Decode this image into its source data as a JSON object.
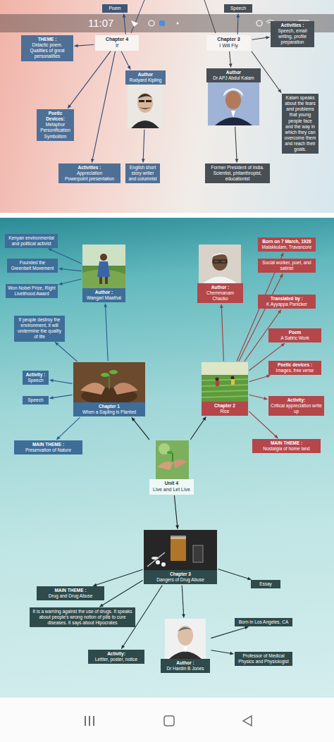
{
  "diagram": {
    "nodes": [
      {
        "text": [
          "Poem"
        ]
      },
      {
        "text": [
          "Speech"
        ]
      },
      {
        "text": [
          "THEME :",
          "Didactic poem. Qualities of great personalities"
        ]
      },
      {
        "text": [
          "Chapter 4",
          "If"
        ]
      },
      {
        "text": [
          "Chapter 3",
          "I Will Fly"
        ]
      },
      {
        "text": [
          "Activities :",
          "Speech, email writing, profile preparation"
        ]
      },
      {
        "text": [
          "Author",
          "Rudyard Kipling"
        ]
      },
      {
        "text": [
          "Author",
          "Dr APJ Abdul Kalam"
        ]
      },
      {
        "text": [
          "Kalam speaks about the fears and problems that young people face and the way in which they can overcome them and reach their goals."
        ]
      },
      {
        "text": [
          "Poetic Devices:",
          "Metaphor",
          "Personification",
          "Symbolism"
        ]
      },
      {
        "text": [
          "Activities :",
          "Appreciation",
          "Powerpoint presentation"
        ]
      },
      {
        "text": [
          "English short story writer and columnist"
        ]
      },
      {
        "text": [
          "Former President of India. Scientist, philanthropist, educationist"
        ]
      },
      {
        "text": [
          "Kenyan environmental and political activist"
        ]
      },
      {
        "text": [
          "Founded the Greenbelt Movement"
        ]
      },
      {
        "text": [
          "Won Nobel Prize, Right Livelihood Award"
        ]
      },
      {
        "text": [
          "Author :",
          "Wangari Maathai"
        ]
      },
      {
        "text": [
          "If people destroy the environment, it will undermine the quality of life"
        ]
      },
      {
        "text": [
          "Activity :",
          "Speech"
        ]
      },
      {
        "text": [
          "Speech"
        ]
      },
      {
        "text": [
          "Chapter 1",
          "When a Sapling is Planted"
        ]
      },
      {
        "text": [
          "MAIN THEME :",
          "Preservation of Nature"
        ]
      },
      {
        "text": [
          "Author :",
          "Chemmanam Chacko"
        ]
      },
      {
        "text": [
          "Born on 7 March, 1926",
          "Malakkulam, Travancore"
        ]
      },
      {
        "text": [
          "Social worker, poet, and satirist"
        ]
      },
      {
        "text": [
          "Translated by :",
          "K Ayyappa Panicker"
        ]
      },
      {
        "text": [
          "Poem",
          "A Satiric Work"
        ]
      },
      {
        "text": [
          "Poetic devices :",
          "Images, free verse"
        ]
      },
      {
        "text": [
          "Activity:",
          "Critical appreciation write up"
        ]
      },
      {
        "text": [
          "Chapter 2",
          "Rice"
        ]
      },
      {
        "text": [
          "MAIN THEME :",
          "Nostalgia of home land"
        ]
      },
      {
        "text": [
          "Unit 4",
          "Live and Let Live"
        ]
      },
      {
        "text": [
          "Chapter 3",
          "Dangers of Drug Abuse"
        ]
      },
      {
        "text": [
          "MAIN THEME :",
          "Drug and Drug Abuse"
        ]
      },
      {
        "text": [
          "Essay"
        ]
      },
      {
        "text": [
          "It is a warning against the use of drugs. It speaks about people's wrong notion of pills to cure diseases. It says about Hipocrates"
        ]
      },
      {
        "text": [
          "Activity:",
          "Lettter, poster, notice"
        ]
      },
      {
        "text": [
          "Author :",
          "Dr Hardin B Jones"
        ]
      },
      {
        "text": [
          "Born in Los Angeles, CA"
        ]
      },
      {
        "text": [
          "Professor of Medical Physics and Physiologist"
        ]
      }
    ],
    "edges": [
      {
        "from": 3,
        "to": 0,
        "arrow": "to"
      },
      {
        "from": 4,
        "to": 1,
        "arrow": "to"
      },
      {
        "from": 3,
        "to": 2,
        "arrow": "to"
      },
      {
        "from": 3,
        "to": 6,
        "arrow": "to"
      },
      {
        "from": 3,
        "to": 9,
        "arrow": "to"
      },
      {
        "from": 3,
        "to": 10,
        "arrow": "to"
      },
      {
        "from": 6,
        "to": 11,
        "arrow": "to"
      },
      {
        "from": 4,
        "to": 5,
        "arrow": "to"
      },
      {
        "from": 4,
        "to": 7,
        "arrow": "to"
      },
      {
        "from": 4,
        "to": 8,
        "arrow": "to"
      },
      {
        "from": 7,
        "to": 12,
        "arrow": "to"
      },
      {
        "from": 16,
        "to": 13,
        "arrow": "to"
      },
      {
        "from": 16,
        "to": 14,
        "arrow": "to"
      },
      {
        "from": 16,
        "to": 15,
        "arrow": "to"
      },
      {
        "from": 20,
        "to": 16,
        "arrow": "to"
      },
      {
        "from": 20,
        "to": 17,
        "arrow": "to"
      },
      {
        "from": 20,
        "to": 18,
        "arrow": "to"
      },
      {
        "from": 20,
        "to": 19,
        "arrow": "to"
      },
      {
        "from": 20,
        "to": 21,
        "arrow": "to"
      },
      {
        "from": 31,
        "to": 20,
        "arrow": "to"
      },
      {
        "from": 31,
        "to": 29,
        "arrow": "to"
      },
      {
        "from": 31,
        "to": 32,
        "arrow": "to"
      },
      {
        "from": 29,
        "to": 22,
        "arrow": "to"
      },
      {
        "from": 29,
        "to": 23,
        "arrow": "to"
      },
      {
        "from": 29,
        "to": 24,
        "arrow": "to"
      },
      {
        "from": 29,
        "to": 25,
        "arrow": "to"
      },
      {
        "from": 29,
        "to": 26,
        "arrow": "to"
      },
      {
        "from": 29,
        "to": 27,
        "arrow": "to"
      },
      {
        "from": 29,
        "to": 28,
        "arrow": "to"
      },
      {
        "from": 29,
        "to": 30,
        "arrow": "to"
      },
      {
        "from": 32,
        "to": 33,
        "arrow": "to"
      },
      {
        "from": 32,
        "to": 34,
        "arrow": "to"
      },
      {
        "from": 32,
        "to": 35,
        "arrow": "to"
      },
      {
        "from": 32,
        "to": 36,
        "arrow": "to"
      },
      {
        "from": 32,
        "to": 37,
        "arrow": "to"
      },
      {
        "from": 37,
        "to": 38,
        "arrow": "to"
      },
      {
        "from": 37,
        "to": 39,
        "arrow": "to"
      }
    ],
    "labels": [
      "11:07"
    ]
  }
}
